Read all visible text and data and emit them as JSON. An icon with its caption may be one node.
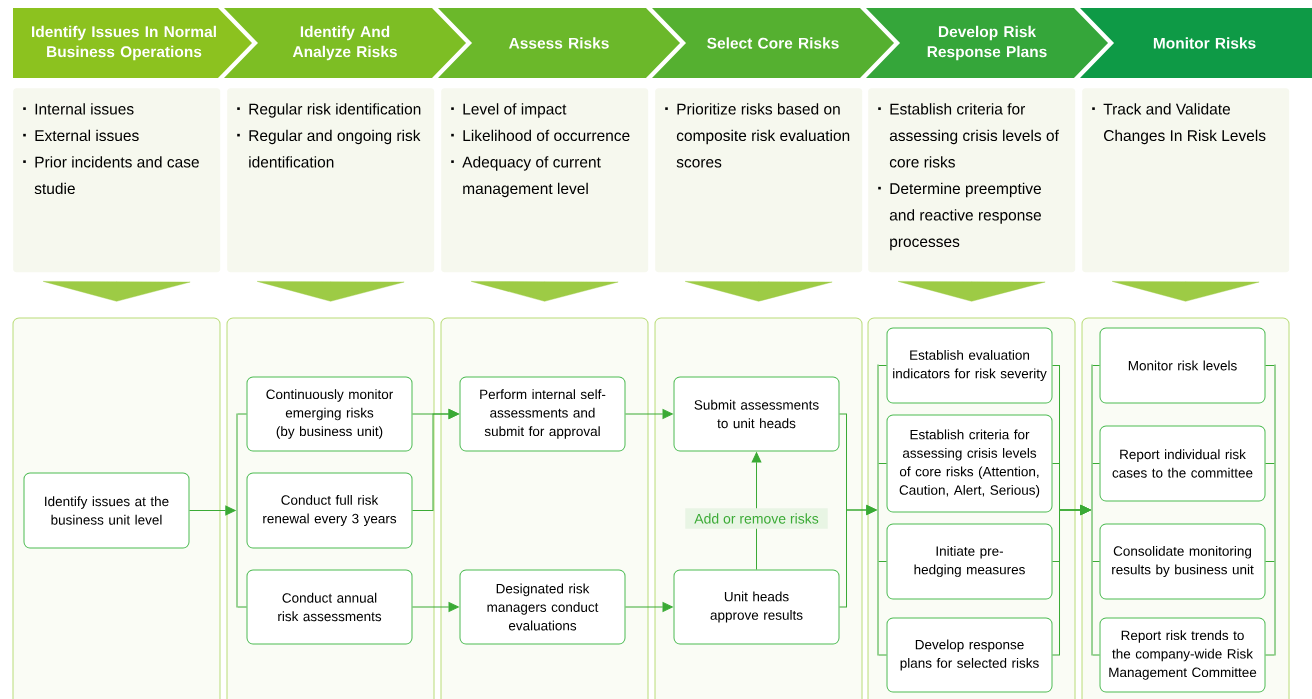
{
  "diagram": {
    "nodes": [
      {
        "text": [
          "Identify Issues In Normal Business Operations"
        ]
      },
      {
        "text": [
          "Identify And Analyze Risks"
        ]
      },
      {
        "text": [
          "Assess Risks"
        ]
      },
      {
        "text": [
          "Select Core Risks"
        ]
      },
      {
        "text": [
          "Develop Risk Response Plans"
        ]
      },
      {
        "text": [
          "Monitor Risks"
        ]
      },
      {
        "text": [
          "Internal issues",
          "External issues",
          "Prior incidents and case studie"
        ]
      },
      {
        "text": [
          "Regular risk identification",
          "Regular and ongoing risk identification"
        ]
      },
      {
        "text": [
          "Level of impact",
          "Likelihood of occurrence",
          "Adequacy of current management level"
        ]
      },
      {
        "text": [
          "Prioritize risks based on composite risk evaluation scores"
        ]
      },
      {
        "text": [
          "Establish criteria for assessing crisis levels of core risks",
          "Determine preemptive and reactive response processes"
        ]
      },
      {
        "text": [
          "Track and Validate Changes In Risk Levels"
        ]
      },
      {
        "text": [],
        "shape": "box"
      },
      {
        "text": [],
        "shape": "box"
      },
      {
        "text": [],
        "shape": "box"
      },
      {
        "text": [],
        "shape": "box"
      },
      {
        "text": [],
        "shape": "box"
      },
      {
        "text": [],
        "shape": "box"
      },
      {
        "text": [
          "Identify issues at the business unit level"
        ],
        "in": 12
      },
      {
        "text": [
          "Continuously monitor emerging risks (by business unit)"
        ],
        "in": 13
      },
      {
        "text": [
          "Conduct full risk renewal every 3 years"
        ],
        "in": 13
      },
      {
        "text": [
          "Conduct annual risk assessments"
        ],
        "in": 13
      },
      {
        "text": [
          "Perform internal self-assessments and submit for approval"
        ],
        "in": 14
      },
      {
        "text": [
          "Designated risk managers conduct evaluations"
        ],
        "in": 14
      },
      {
        "text": [
          "Submit assessments to unit heads"
        ],
        "in": 15
      },
      {
        "text": [
          "Unit heads approve results"
        ],
        "in": 15
      },
      {
        "text": [
          "Establish evaluation indicators for risk severity"
        ],
        "in": 16
      },
      {
        "text": [
          "Establish criteria for assessing crisis levels of core risks (Attention, Caution, Alert, Serious)"
        ],
        "in": 16
      },
      {
        "text": [
          "Initiate pre-hedging measures"
        ],
        "in": 16
      },
      {
        "text": [
          "Develop response plans for selected risks"
        ],
        "in": 16
      },
      {
        "text": [
          "Monitor risk levels"
        ],
        "in": 17
      },
      {
        "text": [
          "Report individual risk cases to the committee"
        ],
        "in": 17
      },
      {
        "text": [
          "Consolidate monitoring results by business unit"
        ],
        "in": 17
      },
      {
        "text": [
          "Report  risk trends to the company-wide Risk Management Committee"
        ],
        "in": 17
      },
      {
        "text": [],
        "shape": "bar",
        "in": 13
      },
      {
        "text": [],
        "shape": "bar",
        "in": 16
      },
      {
        "text": [],
        "shape": "bar",
        "in": 17
      },
      {
        "text": [],
        "shape": "bar",
        "in": 17
      }
    ],
    "edges": [
      {
        "from": 18,
        "to": 34,
        "arrow": "to"
      },
      {
        "from": 34,
        "to": 19,
        "arrow": "none"
      },
      {
        "from": 34,
        "to": 21,
        "arrow": "none"
      },
      {
        "from": 19,
        "to": 22,
        "arrow": "to"
      },
      {
        "from": 20,
        "to": 22,
        "arrow": "to"
      },
      {
        "from": 21,
        "to": 23,
        "arrow": "to"
      },
      {
        "from": 22,
        "to": 24,
        "arrow": "to"
      },
      {
        "from": 23,
        "to": 25,
        "arrow": "to"
      },
      {
        "from": 25,
        "to": 24,
        "arrow": "to",
        "label": "Add or remove risks"
      },
      {
        "from": 24,
        "to": 35,
        "arrow": "to"
      },
      {
        "from": 25,
        "to": 35,
        "arrow": "to"
      },
      {
        "from": 35,
        "to": 26,
        "arrow": "none"
      },
      {
        "from": 35,
        "to": 27,
        "arrow": "none"
      },
      {
        "from": 35,
        "to": 28,
        "arrow": "none"
      },
      {
        "from": 35,
        "to": 29,
        "arrow": "none"
      },
      {
        "from": 26,
        "to": 36,
        "arrow": "to"
      },
      {
        "from": 27,
        "to": 36,
        "arrow": "to"
      },
      {
        "from": 28,
        "to": 36,
        "arrow": "to"
      },
      {
        "from": 29,
        "to": 36,
        "arrow": "to"
      },
      {
        "from": 36,
        "to": 30,
        "arrow": "none"
      },
      {
        "from": 36,
        "to": 31,
        "arrow": "none"
      },
      {
        "from": 36,
        "to": 32,
        "arrow": "none"
      },
      {
        "from": 36,
        "to": 33,
        "arrow": "none"
      },
      {
        "from": 30,
        "to": 37,
        "arrow": "none"
      },
      {
        "from": 31,
        "to": 37,
        "arrow": "none"
      },
      {
        "from": 32,
        "to": 37,
        "arrow": "none"
      },
      {
        "from": 33,
        "to": 37,
        "arrow": "none"
      },
      {
        "from": 6,
        "to": 12,
        "arrow": "to"
      },
      {
        "from": 7,
        "to": 13,
        "arrow": "to"
      },
      {
        "from": 8,
        "to": 14,
        "arrow": "to"
      },
      {
        "from": 9,
        "to": 15,
        "arrow": "to"
      },
      {
        "from": 10,
        "to": 16,
        "arrow": "to"
      },
      {
        "from": 11,
        "to": 17,
        "arrow": "to"
      }
    ]
  }
}
